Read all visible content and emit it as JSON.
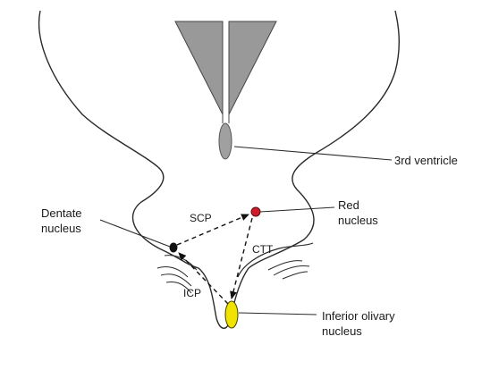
{
  "labels": {
    "third_ventricle": "3rd ventricle",
    "red_nucleus": [
      "Red",
      "nucleus"
    ],
    "dentate_nucleus": [
      "Dentate",
      "nucleus"
    ],
    "scp": "SCP",
    "ctt": "CTT",
    "icp": "ICP",
    "inferior_olivary_nucleus": [
      "Inferior olivary",
      "nucleus"
    ]
  },
  "colors": {
    "outline": "#2a2a2a",
    "triangle_fill": "#999999",
    "ventricle_fill": "#a0a0a0",
    "red_nucleus": "#d11a2a",
    "dentate_nucleus": "#111111",
    "inferior_olive": "#f2e200"
  }
}
